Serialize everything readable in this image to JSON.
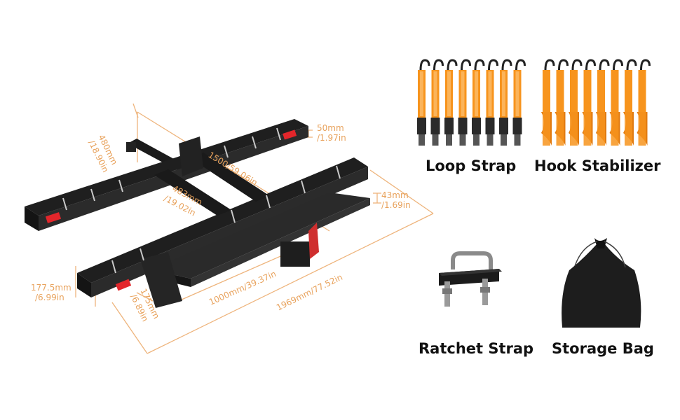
{
  "colors": {
    "dimension": "#e8a25c",
    "strap_orange": "#f7941d",
    "rack_black": "#1b1b1b",
    "reflector_red": "#e3262b",
    "label_text": "#111111"
  },
  "dimensions": {
    "height_top_mm": "50mm",
    "height_top_in": "/1.97in",
    "width_top_mm": "480mm",
    "width_top_in": "/18.90in",
    "diagonal": "1500/59.06in",
    "mid_mm": "483mm",
    "mid_in": "/19.02in",
    "ramp_h_mm": "43mm",
    "ramp_h_in": "/1.69in",
    "left_h_mm": "177.5mm",
    "left_h_in": "/6.99in",
    "depth_mm": "175mm",
    "depth_in": "/6.89in",
    "ramp_len": "1000mm/39.37in",
    "total_len": "1969mm/77.52in"
  },
  "accessories": [
    {
      "label": "Loop Strap",
      "icon": "loop-strap-icon"
    },
    {
      "label": "Hook Stabilizer",
      "icon": "hook-stabilizer-icon"
    },
    {
      "label": "Ratchet Strap",
      "icon": "u-bolt-hitch-icon"
    },
    {
      "label": "Storage Bag",
      "icon": "storage-bag-icon"
    }
  ]
}
